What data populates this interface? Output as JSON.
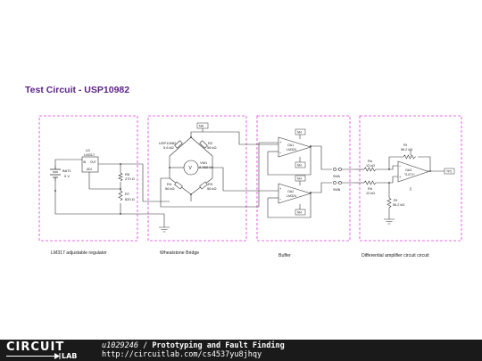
{
  "page_title": "Test Circuit - USP10982",
  "blocks": {
    "regulator": "LM317 adjustable regulator",
    "bridge": "Wheatstone Bridge",
    "buffer": "Buffer",
    "diffamp": "Differential amplifier circuit circuit"
  },
  "components": {
    "bat1_name": "BAT1",
    "bat1_value": "9 V",
    "u1_name": "U1",
    "u1_part": "LM317",
    "u1_in": "IN",
    "u1_out": "OUT",
    "u1_adj": "ADJ",
    "r6_name": "R6",
    "r6_value": "270 Ω",
    "r7_name": "R7",
    "r7_value": "820 Ω",
    "usp_name": "USP10982",
    "usp_value": "5.6 kΩ",
    "r2_name": "R2",
    "r2_value": "56 kΩ",
    "vm1_name": "VM1",
    "vm1_value": "2.762 V",
    "r4_name": "R4",
    "r4_value": "56 kΩ",
    "r3_name": "R3",
    "r3_value": "56 kΩ",
    "nh_label": "NH",
    "oa1_name": "OA1",
    "oa1_part": "LM324",
    "oa2_name": "OA2",
    "oa2_part": "LM324",
    "swa_name": "SWA",
    "swb_name": "SWB",
    "ra_name": "Ra",
    "ra_value": "12 kΩ",
    "rd_name": "Rd",
    "rd_value": "12 kΩ",
    "rf_name": "Rf",
    "rf_value": "56.2 kΩ",
    "rg_name": "Rf",
    "rg_value": "56.2 kΩ",
    "oa3_name": "OA3",
    "oa3_part": "TL071*",
    "out_label": "TP2",
    "vcc_label": "NH"
  },
  "footer": {
    "logo_top": "CIRCUIT",
    "logo_bottom": "LAB",
    "user": "u1029246",
    "separator": " / ",
    "title": "Prototyping and Fault Finding",
    "url": "http://circuitlab.com/cs4537yu8jhqy"
  },
  "colors": {
    "title": "#5b1f86",
    "block_border": "#e040e0",
    "wire": "#333333",
    "footer_bg": "#1a1a1a"
  }
}
